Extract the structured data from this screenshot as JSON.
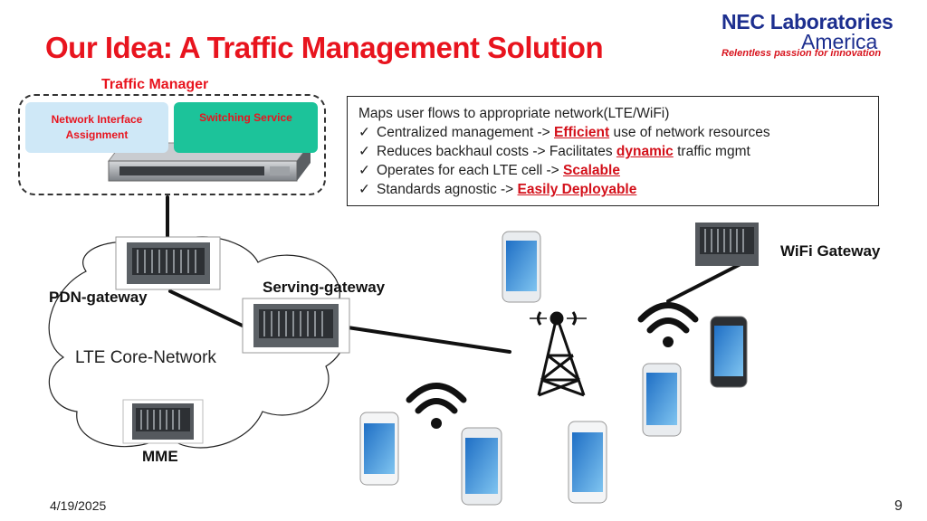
{
  "header": {
    "title": "Our Idea: A Traffic Management Solution",
    "logo_main": "NEC Laboratories",
    "logo_sub": "America",
    "logo_tagline": "Relentless passion for innovation"
  },
  "traffic_manager": {
    "label": "Traffic Manager",
    "network_interface_line1": "Network Interface",
    "network_interface_line2": "Assignment",
    "switching_service": "Switching Service"
  },
  "info": {
    "intro": "Maps user flows to appropriate network(LTE/WiFi)",
    "bullets": [
      {
        "before": "Centralized management -> ",
        "highlight": "Efficient",
        "after": " use of network resources"
      },
      {
        "before": "Reduces backhaul costs -> Facilitates ",
        "highlight": "dynamic",
        "after": " traffic mgmt"
      },
      {
        "before": "Operates for each LTE cell -> ",
        "highlight": "Scalable",
        "after": ""
      },
      {
        "before": "Standards agnostic -> ",
        "highlight": "Easily Deployable",
        "after": ""
      }
    ],
    "check_glyph": "✓"
  },
  "nodes": {
    "wifi_gateway": "WiFi Gateway",
    "pdn_gateway": "PDN-gateway",
    "serving_gateway": "Serving-gateway",
    "lte_core": "LTE Core-Network",
    "mme": "MME"
  },
  "footer": {
    "date": "4/19/2025",
    "page": "9"
  },
  "colors": {
    "title_red": "#e8141e",
    "nec_blue": "#1d2f8f",
    "nia_fill": "#cfe8f7",
    "ss_fill": "#1cc39a"
  }
}
